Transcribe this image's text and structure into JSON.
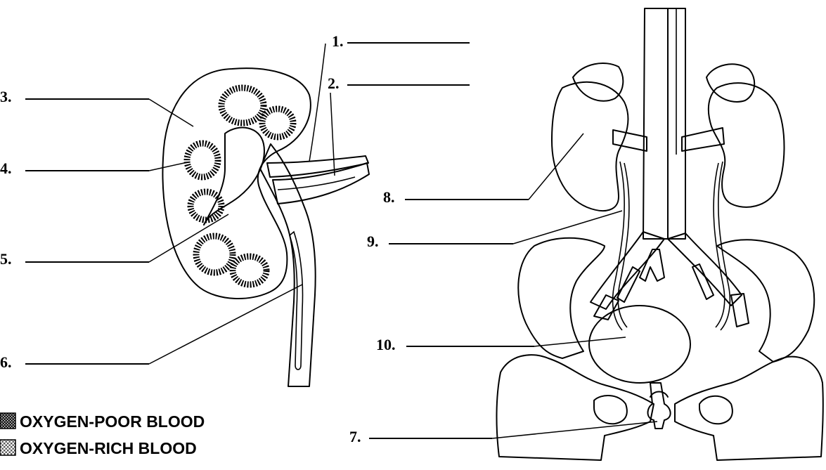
{
  "labels": {
    "l1": "1.",
    "l2": "2.",
    "l3": "3.",
    "l4": "4.",
    "l5": "5.",
    "l6": "6.",
    "l7": "7.",
    "l8": "8.",
    "l9": "9.",
    "l10": "10."
  },
  "legend": {
    "poor": "OXYGEN-POOR BLOOD",
    "rich": "OXYGEN-RICH BLOOD"
  }
}
